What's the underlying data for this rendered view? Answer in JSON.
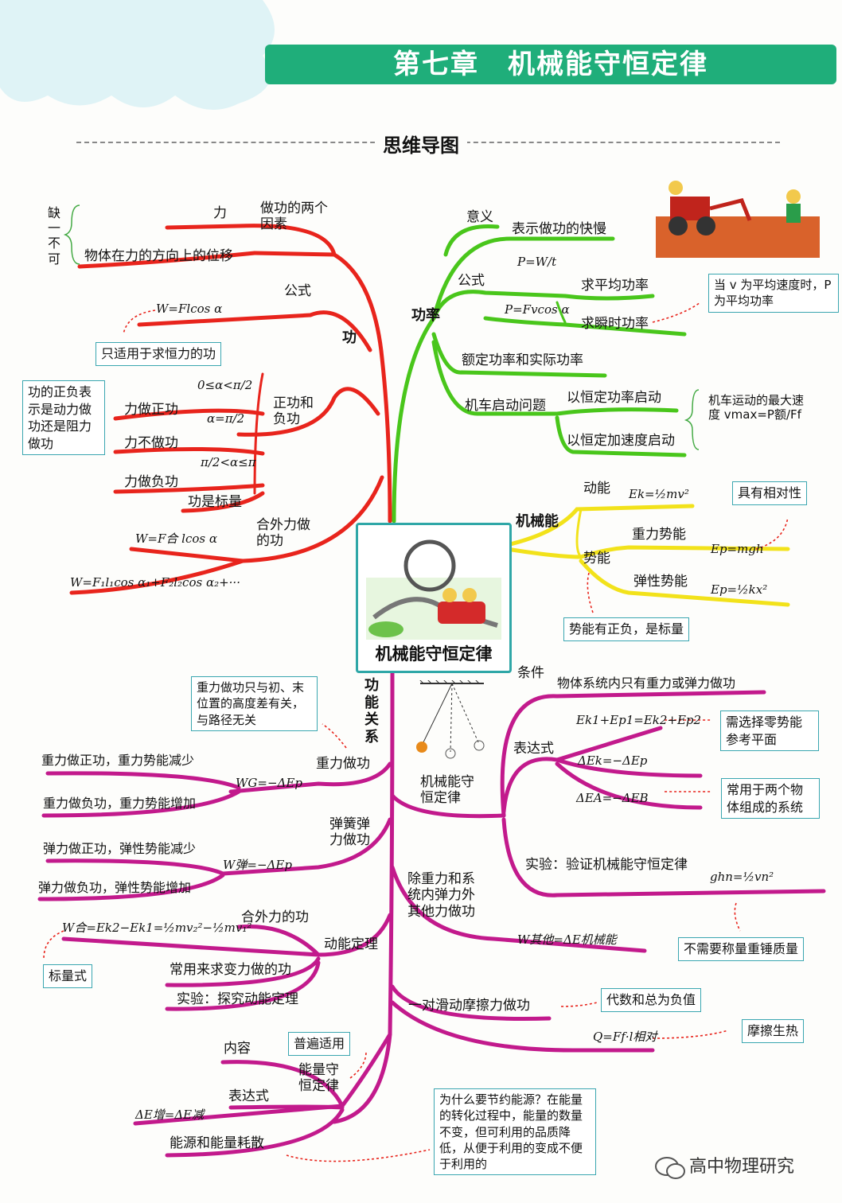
{
  "header": {
    "title": "第七章　机械能守恒定律",
    "subtitle": "思维导图"
  },
  "center": {
    "label": "机械能守恒定律"
  },
  "work": {
    "branch": "功",
    "missing_one": "缺一不可",
    "factors_label": "做功的两个因素",
    "factor_force": "力",
    "factor_disp": "物体在力的方向上的位移",
    "formula_label": "公式",
    "formula": "W=Flcos α",
    "formula_note": "只适用于求恒力的功",
    "sign_label": "正功和负功",
    "sign_note": "功的正负表示是动力做功还是阻力做功",
    "pos": "力做正功",
    "zero": "力不做功",
    "neg": "力做负功",
    "scalar": "功是标量",
    "cond1": "0≤α<π/2",
    "cond2": "α=π/2",
    "cond3": "π/2<α≤π",
    "net_label": "合外力做的功",
    "net_f1": "W=F合 lcos α",
    "net_f2": "W=F₁l₁cos α₁+F₂l₂cos α₂+···"
  },
  "power": {
    "branch": "功率",
    "meaning_label": "意义",
    "meaning": "表示做功的快慢",
    "formula_label": "公式",
    "f1": "P=W/t",
    "f1_use": "求平均功率",
    "f2": "P=Fvcos α",
    "f2_use": "求瞬时功率",
    "note": "当 v 为平均速度时，P 为平均功率",
    "rated": "额定功率和实际功率",
    "start_label": "机车启动问题",
    "start1": "以恒定功率启动",
    "start2": "以恒定加速度启动",
    "max_speed": "机车运动的最大速度 vmax=P额/Ff"
  },
  "mech": {
    "branch": "机械能",
    "ke_label": "动能",
    "ke_f": "Ek=½mv²",
    "relative": "具有相对性",
    "pe_label": "势能",
    "gpe_label": "重力势能",
    "gpe_f": "Ep=mgh",
    "epe_label": "弹性势能",
    "epe_f": "Ep=½kx²",
    "pe_note": "势能有正负，是标量"
  },
  "relation": {
    "branch": "功能关系",
    "gravity_label": "重力做功",
    "gravity_note": "重力做功只与初、末位置的高度差有关，与路径无关",
    "g_pos": "重力做正功，重力势能减少",
    "g_neg": "重力做负功，重力势能增加",
    "g_f": "WG=−ΔEp",
    "spring_label": "弹簧弹力做功",
    "s_pos": "弹力做正功，弹性势能减少",
    "s_neg": "弹力做负功，弹性势能增加",
    "s_f": "W弹=−ΔEp",
    "ke_thm": "动能定理",
    "net_work": "合外力的功",
    "ke_f": "W合=Ek2−Ek1=½mv₂²−½mv₁²",
    "scalar": "标量式",
    "variable": "常用来求变力做的功",
    "exp_ke": "实验：探究动能定理",
    "energy_label": "能量守恒定律",
    "universal": "普遍适用",
    "content": "内容",
    "expr": "表达式",
    "expr_f": "ΔE增=ΔE减",
    "dissipation": "能源和能量耗散",
    "why": "为什么要节约能源？在能量的转化过程中，能量的数量不变，但可利用的品质降低，从便于利用的变成不便于利用的"
  },
  "conservation": {
    "label": "机械能守恒定律",
    "cond_label": "条件",
    "cond": "物体系统内只有重力或弹力做功",
    "expr_label": "表达式",
    "e1": "Ek1+Ep1=Ek2+Ep2",
    "e1_note": "需选择零势能参考平面",
    "e2": "ΔEk=−ΔEp",
    "e3": "ΔEA=−ΔEB",
    "e3_note": "常用于两个物体组成的系统",
    "exp": "实验：验证机械能守恒定律",
    "exp_f": "ghn=½vn²",
    "exp_note": "不需要称量重锤质量",
    "other_label": "除重力和系统内弹力外其他力做功",
    "other_f": "W其他=ΔE机械能",
    "friction_label": "一对滑动摩擦力做功",
    "friction_note": "代数和总为负值",
    "friction_f": "Q=Ff·l相对",
    "heat": "摩擦生热"
  },
  "watermark": "高中物理研究",
  "colors": {
    "work": "#e8241c",
    "power": "#49c61b",
    "mech": "#f2e21a",
    "relation": "#c21a8c",
    "header": "#1fae7a",
    "box": "#3aa6b0"
  }
}
